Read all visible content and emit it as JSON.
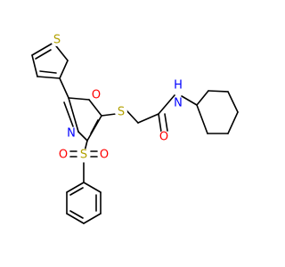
{
  "molecule": {
    "atoms": {
      "thiophene_s": "S",
      "oxazole_o": "O",
      "oxazole_n": "N",
      "thioether_s": "S",
      "amide_nh": "N",
      "amide_h": "H",
      "carbonyl_o": "O",
      "sulfonyl_s": "S",
      "sulfonyl_o_left": "O",
      "sulfonyl_o_right": "O"
    },
    "colors": {
      "bond": "#000000",
      "sulfur": "#b2a100",
      "oxygen": "#ff0000",
      "nitrogen": "#0000ff"
    }
  }
}
